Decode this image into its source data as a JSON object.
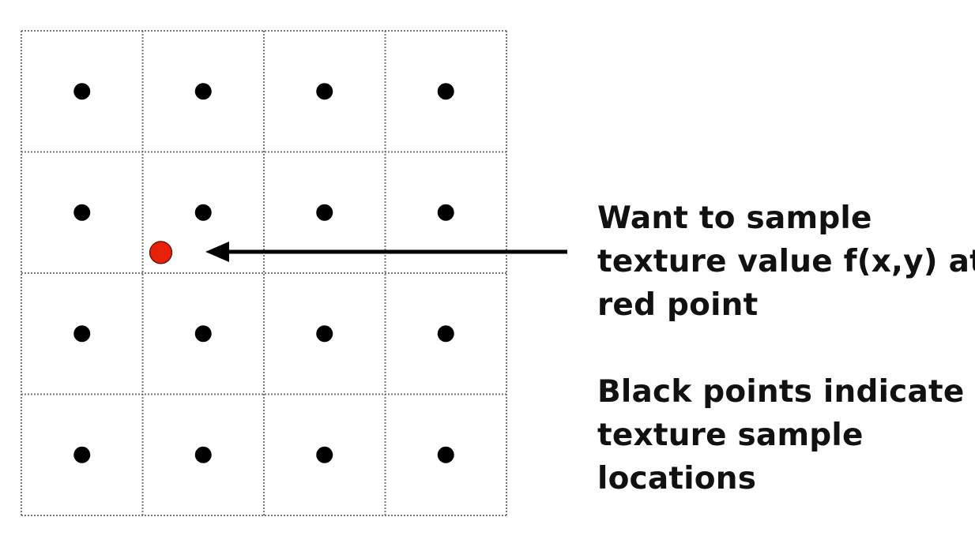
{
  "grid": {
    "rows": 4,
    "cols": 4
  },
  "red_point": {
    "col_position": 1.15,
    "row_position": 1.83,
    "color": "#e8210b"
  },
  "colors": {
    "sample_point": "#000000",
    "grid_line": "#777777",
    "arrow": "#000000"
  },
  "annotations": {
    "sample_target": {
      "lines": [
        "Want to sample",
        "texture value f(x,y) at",
        "red point"
      ]
    },
    "sample_points": {
      "lines": [
        "Black points indicate",
        "texture sample",
        "locations"
      ]
    }
  },
  "icons": {
    "arrow": "arrow-left-icon"
  }
}
